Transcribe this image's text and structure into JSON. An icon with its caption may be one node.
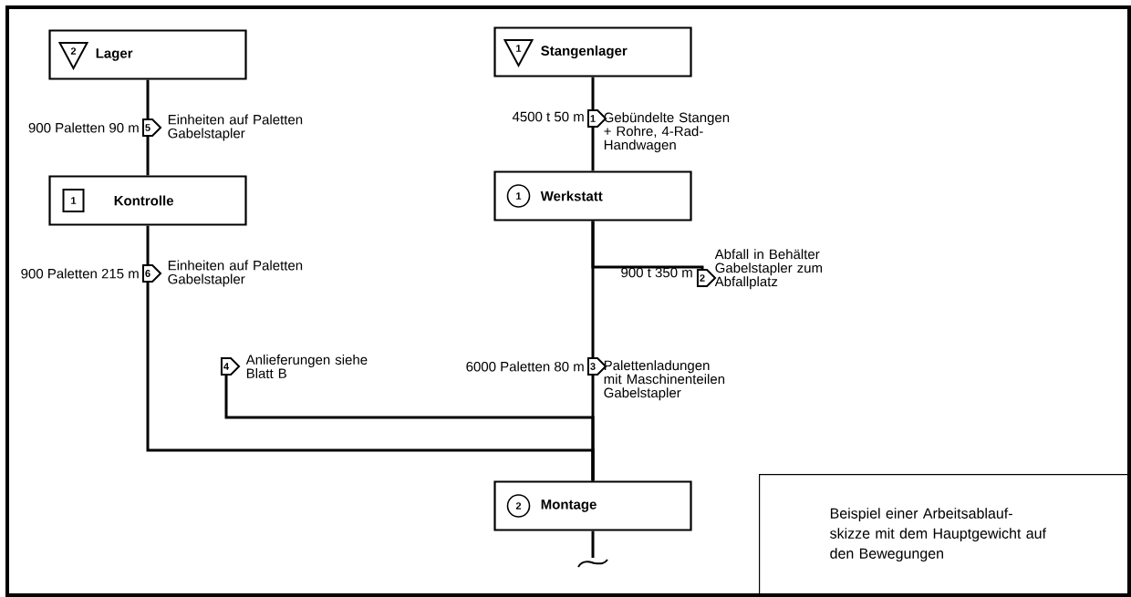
{
  "diagram": {
    "nodes": [
      {
        "text": [
          "2",
          "Lager"
        ]
      },
      {
        "text": [
          "1",
          "Stangenlager"
        ]
      },
      {
        "text": [
          "5"
        ],
        "beside": [
          "900 Paletten 90 m",
          "Einheiten auf Paletten Gabelstapler"
        ]
      },
      {
        "text": [
          "1"
        ],
        "beside": [
          "4500 t 50 m",
          "Gebündelte Stangen + Rohre, 4-Rad- Handwagen"
        ]
      },
      {
        "text": [
          "1",
          "Kontrolle"
        ]
      },
      {
        "text": [
          "1",
          "Werkstatt"
        ]
      },
      {
        "text": [
          "6"
        ],
        "beside": [
          "900 Paletten 215 m",
          "Einheiten auf Paletten Gabelstapler"
        ]
      },
      {
        "text": [
          "2"
        ],
        "beside": [
          "900 t 350 m",
          "Abfall in Behälter Gabelstapler zum Abfallplatz"
        ]
      },
      {
        "text": [
          "4"
        ],
        "beside": [
          "Anlieferungen siehe Blatt B"
        ]
      },
      {
        "text": [
          "3"
        ],
        "beside": [
          "6000 Paletten 80 m",
          "Palettenladungen mit Maschinenteilen Gabelstapler"
        ]
      },
      {
        "text": [
          "2",
          "Montage"
        ]
      },
      {
        "text": [
          "Beispiel einer Arbeitsablauf- skizze mit dem Hauptgewicht auf den Bewegungen"
        ]
      }
    ],
    "edges": [
      {
        "from": 0,
        "to": 2,
        "arrow": "none"
      },
      {
        "from": 2,
        "to": 4,
        "arrow": "none"
      },
      {
        "from": 1,
        "to": 3,
        "arrow": "none"
      },
      {
        "from": 3,
        "to": 5,
        "arrow": "none"
      },
      {
        "from": 4,
        "to": 6,
        "arrow": "none"
      },
      {
        "from": 6,
        "to": 10,
        "arrow": "none"
      },
      {
        "from": 5,
        "to": 7,
        "arrow": "none"
      },
      {
        "from": 5,
        "to": 9,
        "arrow": "none"
      },
      {
        "from": 9,
        "to": 10,
        "arrow": "none"
      },
      {
        "from": 8,
        "to": 10,
        "arrow": "none"
      },
      {
        "from": 10,
        "to": null,
        "arrow": "none"
      }
    ]
  }
}
